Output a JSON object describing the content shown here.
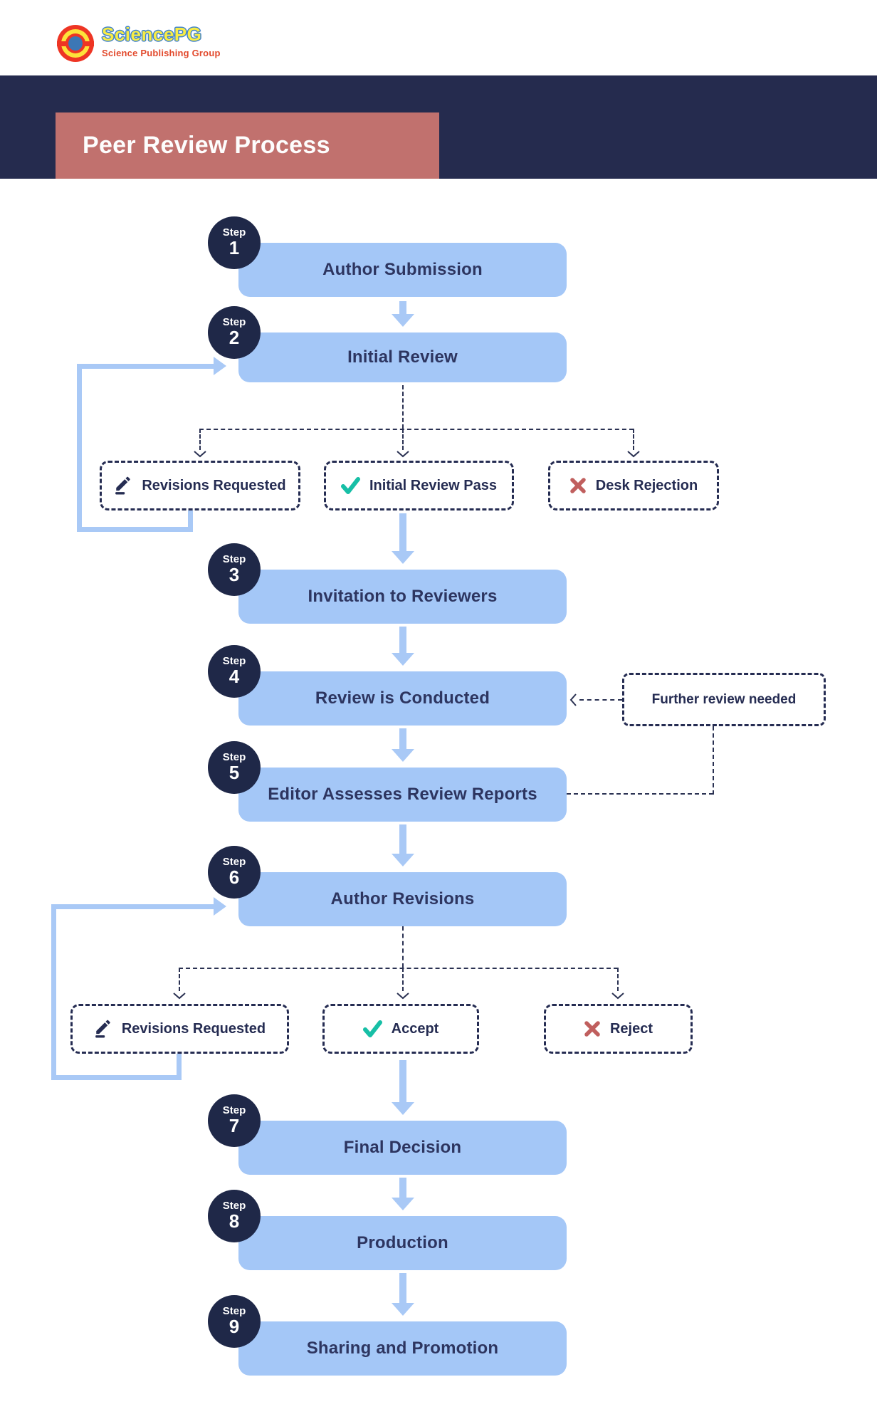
{
  "brand": {
    "name": "SciencePG",
    "tagline": "Science Publishing Group"
  },
  "title": "Peer Review Process",
  "badge_label": "Step",
  "steps": [
    {
      "num": "1",
      "label": "Author Submission"
    },
    {
      "num": "2",
      "label": "Initial Review"
    },
    {
      "num": "3",
      "label": "Invitation to Reviewers"
    },
    {
      "num": "4",
      "label": "Review is Conducted"
    },
    {
      "num": "5",
      "label": "Editor Assesses Review Reports"
    },
    {
      "num": "6",
      "label": "Author Revisions"
    },
    {
      "num": "7",
      "label": "Final Decision"
    },
    {
      "num": "8",
      "label": "Production"
    },
    {
      "num": "9",
      "label": "Sharing and Promotion"
    }
  ],
  "initial_review_outcomes": [
    {
      "icon": "pencil-icon",
      "label": "Revisions Requested"
    },
    {
      "icon": "check-icon",
      "label": "Initial Review Pass"
    },
    {
      "icon": "cross-icon",
      "label": "Desk Rejection"
    }
  ],
  "decision_outcomes": [
    {
      "icon": "pencil-icon",
      "label": "Revisions Requested"
    },
    {
      "icon": "check-icon",
      "label": "Accept"
    },
    {
      "icon": "cross-icon",
      "label": "Reject"
    }
  ],
  "annotations": {
    "further_review": "Further review needed"
  },
  "colors": {
    "navy_band": "#252b4e",
    "badge": "#1f2848",
    "box_fill": "#a4c7f7",
    "arrow_blue": "#a9c9f6",
    "title_box": "#c1716e",
    "dash_navy": "#2a3152",
    "check_teal": "#17bfa6",
    "cross_red": "#c05f5e",
    "brand_yellow": "#f8ec45",
    "brand_outline": "#3f82cc",
    "tagline_red": "#e2492c"
  }
}
